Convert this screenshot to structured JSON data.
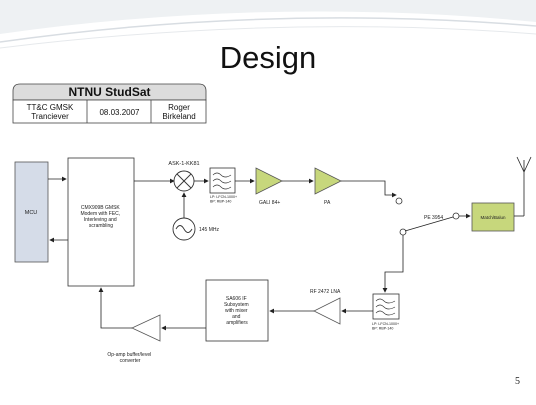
{
  "slide": {
    "title": "Design",
    "page_number": "5"
  },
  "title_block": {
    "project": "NTNU StudSat",
    "document_line1": "TT&C GMSK",
    "document_line2": "Tranciever",
    "date": "08.03.2007",
    "author": "Roger Birkeland"
  },
  "diagram": {
    "mcu_label": "MCU",
    "modem_lines": [
      "CMX909B GMSK",
      "Modem with FEC,",
      "Interleving and",
      "scrambling"
    ],
    "mixer_label": "ASK-1-KK81",
    "oscillator_label": "145 MHz",
    "tx_filter_lines": [
      "LP: LFCN-1000+",
      "BP: RBP-140"
    ],
    "gali_label": "GALI 84+",
    "pa_label": "PA",
    "switch_label": "PE 3954",
    "match_label": "Match/Balun",
    "lna_label": "RF 2472 LNA",
    "rx_filter_lines": [
      "LP: LFCN-1000+",
      "BP: RBP-140"
    ],
    "if_lines": [
      "SA606 IF",
      "Subsystem",
      "with mixer",
      "and",
      "amplifiers"
    ],
    "opamp_lines": [
      "Op-amp buffer/level",
      "converter"
    ]
  }
}
